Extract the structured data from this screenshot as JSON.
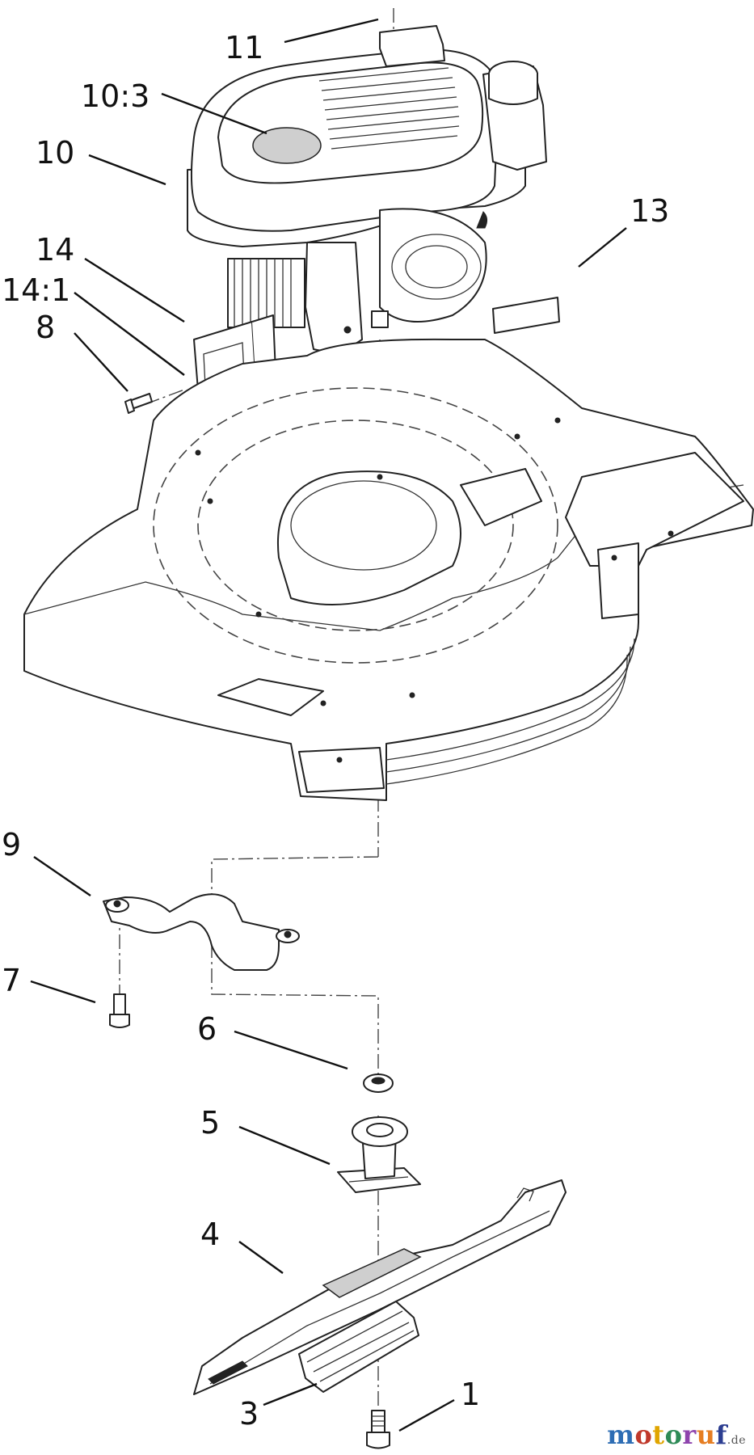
{
  "callouts": {
    "c11": "11",
    "c10_3": "10:3",
    "c10": "10",
    "c13": "13",
    "c14": "14",
    "c14_1": "14:1",
    "c8": "8",
    "c9": "9",
    "c7": "7",
    "c6": "6",
    "c5": "5",
    "c4": "4",
    "c1": "1",
    "c3": "3"
  },
  "watermark": {
    "text": "motoruf",
    "domain": ".de"
  },
  "colors": {
    "watermark_m": "#2e6db4",
    "watermark_o1": "#c0392b",
    "watermark_t": "#e0a500",
    "watermark_o2": "#2e8b57",
    "watermark_r": "#8e44ad",
    "watermark_u": "#e67e22",
    "watermark_f": "#2c3e91"
  }
}
